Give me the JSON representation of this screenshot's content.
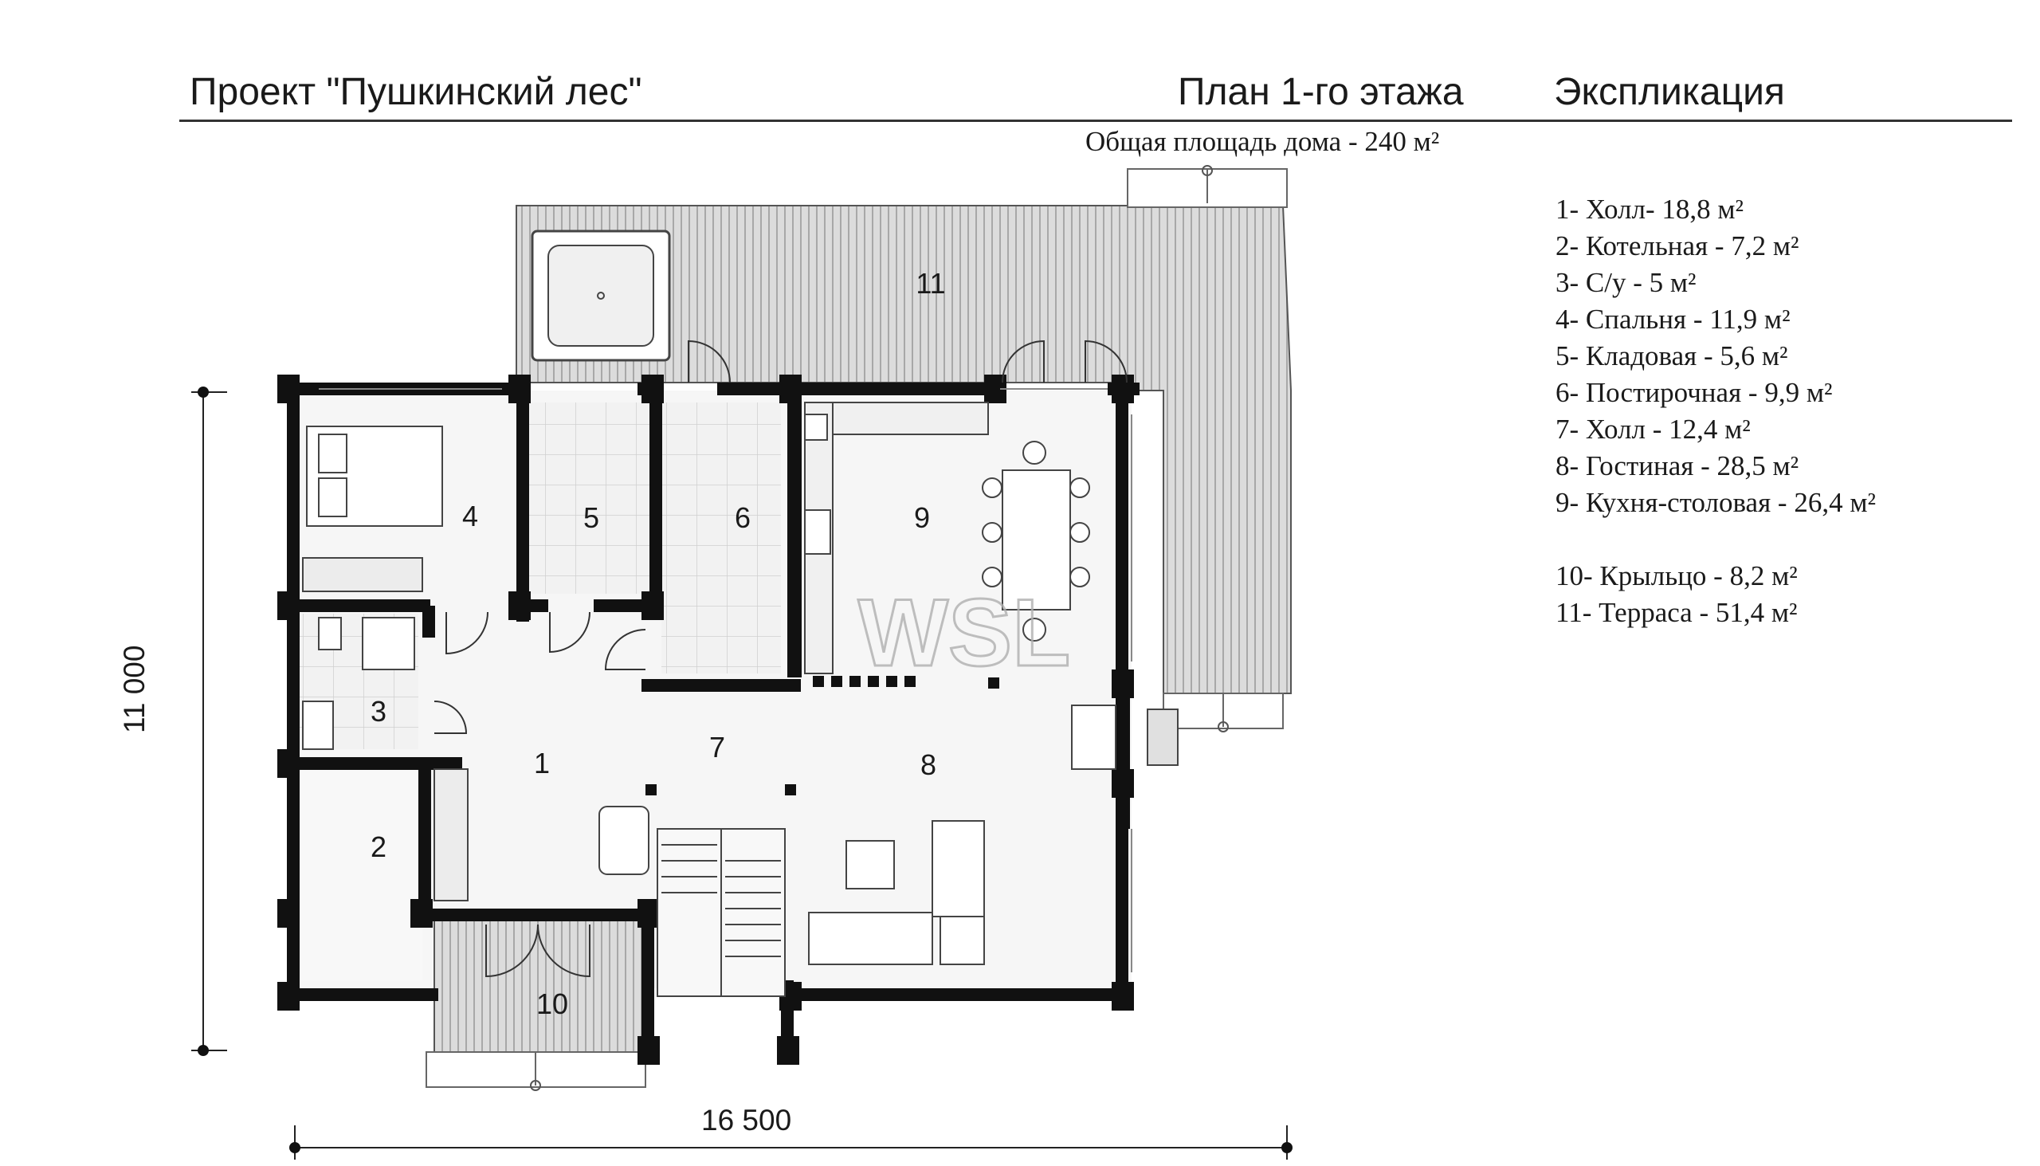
{
  "header": {
    "project_title": "Проект \"Пушкинский лес\"",
    "plan_title": "План 1-го этажа",
    "explication_title": "Экспликация"
  },
  "total_area": "Общая площадь дома - 240 м²",
  "dimensions": {
    "width": "16 500",
    "height": "11 000"
  },
  "rooms": [
    {
      "number": "1",
      "legend": "1- Холл- 18,8 м²"
    },
    {
      "number": "2",
      "legend": "2- Котельная - 7,2 м²"
    },
    {
      "number": "3",
      "legend": "3- С/у - 5 м²"
    },
    {
      "number": "4",
      "legend": "4- Спальня - 11,9 м²"
    },
    {
      "number": "5",
      "legend": "5- Кладовая - 5,6 м²"
    },
    {
      "number": "6",
      "legend": "6- Постирочная - 9,9 м²"
    },
    {
      "number": "7",
      "legend": "7- Холл - 12,4 м²"
    },
    {
      "number": "8",
      "legend": "8- Гостиная - 28,5 м²"
    },
    {
      "number": "9",
      "legend": "9- Кухня-столовая - 26,4 м²"
    },
    {
      "number": "10",
      "legend": "10- Крыльцо - 8,2 м²"
    },
    {
      "number": "11",
      "legend": "11- Терраса - 51,4 м²"
    }
  ],
  "watermark": "WSL",
  "colors": {
    "wall": "#111111",
    "floor": "#f4f4f4",
    "terrace": "#d8d8d8",
    "line": "#333333"
  }
}
